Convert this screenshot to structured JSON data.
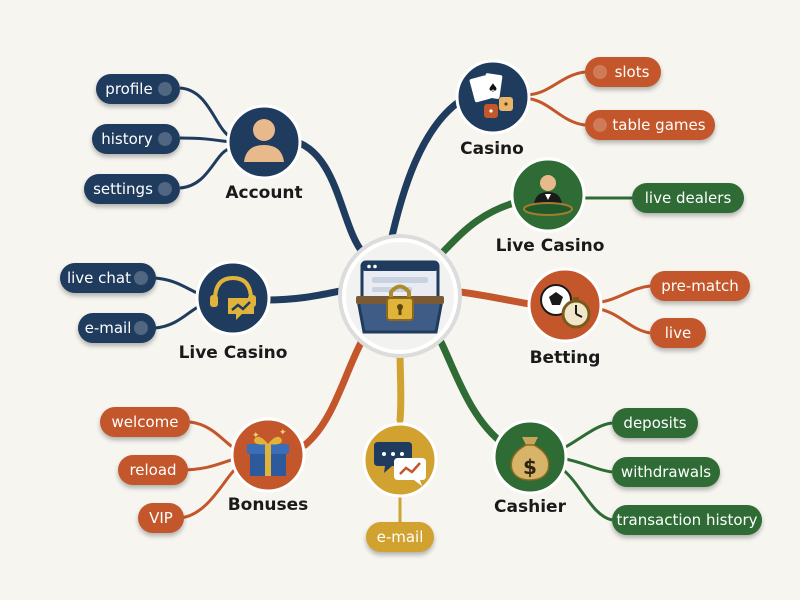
{
  "center": {
    "icon": "locked-chest-browser-icon"
  },
  "nodes": {
    "account": {
      "label": "Account",
      "icon": "user-avatar-icon",
      "color": "#1f3b5e",
      "items": [
        "profile",
        "history",
        "settings"
      ]
    },
    "casino": {
      "label": "Casino",
      "icon": "cards-dice-icon",
      "color": "#1f3b5e",
      "items": [
        "slots",
        "table games"
      ]
    },
    "live_casino": {
      "label": "Live Casino",
      "icon": "live-dealer-icon",
      "color": "#2e6b35",
      "items": [
        "live dealers"
      ]
    },
    "support": {
      "label": "Live Casino",
      "icon": "headset-chat-icon",
      "color": "#1f3b5e",
      "items": [
        "live chat",
        "e-mail"
      ]
    },
    "betting": {
      "label": "Betting",
      "icon": "ball-stopwatch-icon",
      "color": "#c3562a",
      "items": [
        "pre-match",
        "live"
      ]
    },
    "bonuses": {
      "label": "Bonuses",
      "icon": "gift-box-icon",
      "color": "#c3562a",
      "items": [
        "welcome",
        "reload",
        "VIP"
      ]
    },
    "messages": {
      "label": "",
      "icon": "chat-bubbles-icon",
      "color": "#d1a22f",
      "items": [
        "e-mail"
      ]
    },
    "cashier": {
      "label": "Cashier",
      "icon": "money-bag-icon",
      "color": "#2e6b35",
      "items": [
        "deposits",
        "withdrawals",
        "transaction history"
      ]
    }
  },
  "colors": {
    "blue": "#1f3b5e",
    "orange": "#c3562a",
    "green": "#2e6b35",
    "gold": "#d1a22f",
    "background": "#f7f5f0"
  }
}
